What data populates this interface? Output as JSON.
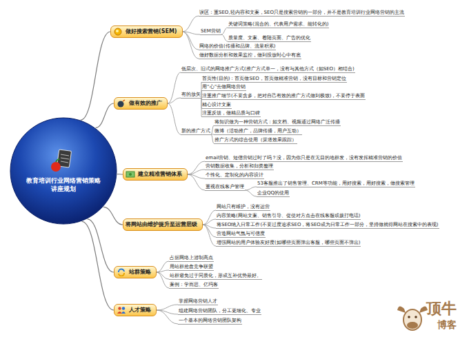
{
  "diagram": {
    "title": "教育培训行业网络营销策略讲座规划",
    "nodes": [
      {
        "text": [
          "教育培训行业网络营销策略讲座规划"
        ]
      },
      {
        "text": [
          "做好搜索营销(SEM)"
        ]
      },
      {
        "text": [
          "误区：重SEO,轻内容和文案，SEO只是搜索营销的一部分，并不是教育培训行业网络营销的主流"
        ]
      },
      {
        "text": [
          "SEM营销"
        ]
      },
      {
        "text": [
          "关键词策略(混合的、代表用户需求、能转化的)"
        ]
      },
      {
        "text": [
          "质量度、文案、着陆页面、广告的优化"
        ]
      },
      {
        "text": [
          "网络的价值(传播和品牌、流量积累)"
        ]
      },
      {
        "text": [
          "做好数据分析和效果监控，做到投放时心中有底"
        ]
      },
      {
        "text": [
          "做有效的推广"
        ]
      },
      {
        "text": [
          "低层次、旧式的网络推广方式(推广方式单一，没有与其他方式（如SEO）相结合)"
        ]
      },
      {
        "text": [
          "有的放矢"
        ]
      },
      {
        "text": [
          "首页性(目的)：首页做SEO，首页做精准营销，没有目标和营销定位"
        ]
      },
      {
        "text": [
          "用“心”去做网络营销"
        ]
      },
      {
        "text": [
          "注重推广细节(不要贪多，把对自己有效的推广方式做到极致)，不要停于表面"
        ]
      },
      {
        "text": [
          "精心设计文案"
        ]
      },
      {
        "text": [
          "注重反馈，做精品质与口碑"
        ]
      },
      {
        "text": [
          "新的推广方式"
        ]
      },
      {
        "text": [
          "将知识做为一种营销方式：如文档、视频通过网络广泛传播"
        ]
      },
      {
        "text": [
          "微博（活动推广，品牌传播，用户互动）"
        ]
      },
      {
        "text": [
          "推广方式的综合使用（渠道效果跟踪）"
        ]
      },
      {
        "text": [
          "建立精准营销体系"
        ]
      },
      {
        "text": [
          "email营销、短信营销过时了吗？没，因为你只是在无目的地群发，没有发挥精准营销的价值"
        ]
      },
      {
        "text": [
          "营销数据收集，分析和归类整理"
        ]
      },
      {
        "text": [
          "个性化、定制化的内容设计"
        ]
      },
      {
        "text": [
          "重视在线客户管理"
        ]
      },
      {
        "text": [
          "53客服推出了销售管理、CRM等功能，用好搜索，用好搜索，做搜索管理"
        ]
      },
      {
        "text": [
          "企业QQ的使用"
        ]
      },
      {
        "text": [
          "将网站由维护提升至运营层级"
        ]
      },
      {
        "text": [
          "网站只有维护，没有运营"
        ]
      },
      {
        "text": [
          "内容策略(网站文案、销售引导、促使对方点击在线客服或拨打电话)"
        ]
      },
      {
        "text": [
          "将SEO纳入日常工作(不要过度追求SEO，将SEO成为日常工作一部分，坚持做就得网站在搜索中的表现)"
        ]
      },
      {
        "text": [
          "营造网站气氛与可信度"
        ]
      },
      {
        "text": [
          "增强网站的用户体验友好度(如哪些页面弹出客服，哪些页面不弹出)"
        ]
      },
      {
        "text": [
          "站群策略"
        ]
      },
      {
        "text": [
          "占据网络上游制高点"
        ]
      },
      {
        "text": [
          "用站群抢盘竞争联盟"
        ]
      },
      {
        "text": [
          "站群避免过于同质化，形成互补优势最好。"
        ]
      },
      {
        "text": [
          "案例：学而思、亿玛客"
        ]
      },
      {
        "text": [
          "人才策略"
        ]
      },
      {
        "text": [
          "掌握网络营销人才"
        ]
      },
      {
        "text": [
          "组建网络营销团队，分工更细化、专业"
        ]
      },
      {
        "text": [
          "一个基本的网络营销团队架构"
        ]
      }
    ],
    "edges": [
      {
        "from": 0,
        "to": 1,
        "arrow": "none"
      },
      {
        "from": 0,
        "to": 8,
        "arrow": "none"
      },
      {
        "from": 0,
        "to": 20,
        "arrow": "none"
      },
      {
        "from": 0,
        "to": 27,
        "arrow": "none"
      },
      {
        "from": 0,
        "to": 33,
        "arrow": "none"
      },
      {
        "from": 0,
        "to": 38,
        "arrow": "none"
      },
      {
        "from": 1,
        "to": 2,
        "arrow": "none"
      },
      {
        "from": 1,
        "to": 3,
        "arrow": "none"
      },
      {
        "from": 3,
        "to": 4,
        "arrow": "none"
      },
      {
        "from": 3,
        "to": 5,
        "arrow": "none"
      },
      {
        "from": 1,
        "to": 6,
        "arrow": "none"
      },
      {
        "from": 1,
        "to": 7,
        "arrow": "none"
      },
      {
        "from": 8,
        "to": 9,
        "arrow": "none"
      },
      {
        "from": 8,
        "to": 10,
        "arrow": "none"
      },
      {
        "from": 10,
        "to": 11,
        "arrow": "none"
      },
      {
        "from": 10,
        "to": 12,
        "arrow": "none"
      },
      {
        "from": 10,
        "to": 13,
        "arrow": "none"
      },
      {
        "from": 10,
        "to": 14,
        "arrow": "none"
      },
      {
        "from": 10,
        "to": 15,
        "arrow": "none"
      },
      {
        "from": 8,
        "to": 16,
        "arrow": "none"
      },
      {
        "from": 16,
        "to": 17,
        "arrow": "none"
      },
      {
        "from": 16,
        "to": 18,
        "arrow": "none"
      },
      {
        "from": 16,
        "to": 19,
        "arrow": "none"
      },
      {
        "from": 20,
        "to": 21,
        "arrow": "none"
      },
      {
        "from": 20,
        "to": 22,
        "arrow": "none"
      },
      {
        "from": 20,
        "to": 23,
        "arrow": "none"
      },
      {
        "from": 20,
        "to": 24,
        "arrow": "none"
      },
      {
        "from": 24,
        "to": 25,
        "arrow": "none"
      },
      {
        "from": 24,
        "to": 26,
        "arrow": "none"
      },
      {
        "from": 27,
        "to": 28,
        "arrow": "none"
      },
      {
        "from": 27,
        "to": 29,
        "arrow": "none"
      },
      {
        "from": 27,
        "to": 30,
        "arrow": "none"
      },
      {
        "from": 27,
        "to": 31,
        "arrow": "none"
      },
      {
        "from": 27,
        "to": 32,
        "arrow": "none"
      },
      {
        "from": 33,
        "to": 34,
        "arrow": "none"
      },
      {
        "from": 33,
        "to": 35,
        "arrow": "none"
      },
      {
        "from": 33,
        "to": 36,
        "arrow": "none"
      },
      {
        "from": 33,
        "to": 37,
        "arrow": "none"
      },
      {
        "from": 38,
        "to": 39,
        "arrow": "none"
      },
      {
        "from": 38,
        "to": 40,
        "arrow": "none"
      },
      {
        "from": 38,
        "to": 41,
        "arrow": "none"
      }
    ],
    "labels": [
      "顶牛",
      "博客"
    ]
  }
}
